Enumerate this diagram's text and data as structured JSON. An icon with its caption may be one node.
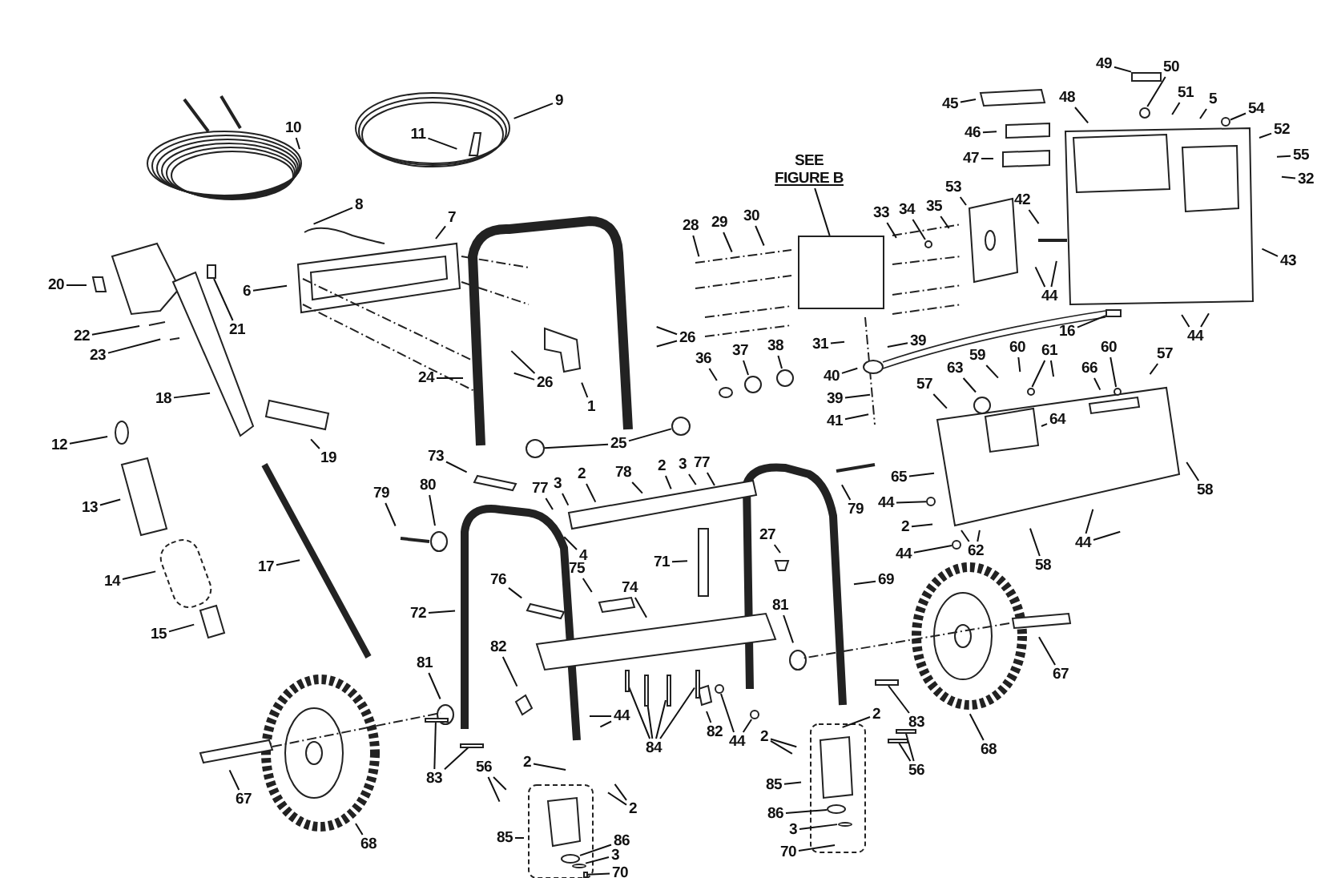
{
  "diagram": {
    "nodes": [
      {
        "text": [
          "10"
        ]
      },
      {
        "text": [
          "9"
        ]
      },
      {
        "text": [
          "11"
        ]
      },
      {
        "text": [
          "49"
        ]
      },
      {
        "text": [
          "50"
        ]
      },
      {
        "text": [
          "51"
        ]
      },
      {
        "text": [
          "5"
        ]
      },
      {
        "text": [
          "54"
        ]
      },
      {
        "text": [
          "52"
        ]
      },
      {
        "text": [
          "45"
        ]
      },
      {
        "text": [
          "48"
        ]
      },
      {
        "text": [
          "46"
        ]
      },
      {
        "text": [
          "55"
        ]
      },
      {
        "text": [
          "47"
        ]
      },
      {
        "text": [
          "32"
        ]
      },
      {
        "text": [
          "SEE",
          "FIGURE B"
        ]
      },
      {
        "text": [
          "8"
        ]
      },
      {
        "text": [
          "7"
        ]
      },
      {
        "text": [
          "42"
        ]
      },
      {
        "text": [
          "53"
        ]
      },
      {
        "text": [
          "28"
        ]
      },
      {
        "text": [
          "29"
        ]
      },
      {
        "text": [
          "30"
        ]
      },
      {
        "text": [
          "33"
        ]
      },
      {
        "text": [
          "34"
        ]
      },
      {
        "text": [
          "35"
        ]
      },
      {
        "text": [
          "43"
        ]
      },
      {
        "text": [
          "20"
        ]
      },
      {
        "text": [
          "6"
        ]
      },
      {
        "text": [
          "44"
        ]
      },
      {
        "text": [
          "44"
        ]
      },
      {
        "text": [
          "21"
        ]
      },
      {
        "text": [
          "16"
        ]
      },
      {
        "text": [
          "22"
        ]
      },
      {
        "text": [
          "26"
        ]
      },
      {
        "text": [
          "31"
        ]
      },
      {
        "text": [
          "39"
        ]
      },
      {
        "text": [
          "38"
        ]
      },
      {
        "text": [
          "37"
        ]
      },
      {
        "text": [
          "36"
        ]
      },
      {
        "text": [
          "60"
        ]
      },
      {
        "text": [
          "60"
        ]
      },
      {
        "text": [
          "61"
        ]
      },
      {
        "text": [
          "57"
        ]
      },
      {
        "text": [
          "59"
        ]
      },
      {
        "text": [
          "23"
        ]
      },
      {
        "text": [
          "66"
        ]
      },
      {
        "text": [
          "40"
        ]
      },
      {
        "text": [
          "63"
        ]
      },
      {
        "text": [
          "24"
        ]
      },
      {
        "text": [
          "26"
        ]
      },
      {
        "text": [
          "57"
        ]
      },
      {
        "text": [
          "18"
        ]
      },
      {
        "text": [
          "39"
        ]
      },
      {
        "text": [
          "1"
        ]
      },
      {
        "text": [
          "64"
        ]
      },
      {
        "text": [
          "41"
        ]
      },
      {
        "text": [
          "25"
        ]
      },
      {
        "text": [
          "12"
        ]
      },
      {
        "text": [
          "73"
        ]
      },
      {
        "text": [
          "19"
        ]
      },
      {
        "text": [
          "2"
        ]
      },
      {
        "text": [
          "3"
        ]
      },
      {
        "text": [
          "77"
        ]
      },
      {
        "text": [
          "2"
        ]
      },
      {
        "text": [
          "3"
        ]
      },
      {
        "text": [
          "77"
        ]
      },
      {
        "text": [
          "65"
        ]
      },
      {
        "text": [
          "78"
        ]
      },
      {
        "text": [
          "80"
        ]
      },
      {
        "text": [
          "58"
        ]
      },
      {
        "text": [
          "79"
        ]
      },
      {
        "text": [
          "79"
        ]
      },
      {
        "text": [
          "44"
        ]
      },
      {
        "text": [
          "13"
        ]
      },
      {
        "text": [
          "2"
        ]
      },
      {
        "text": [
          "27"
        ]
      },
      {
        "text": [
          "44"
        ]
      },
      {
        "text": [
          "4"
        ]
      },
      {
        "text": [
          "62"
        ]
      },
      {
        "text": [
          "44"
        ]
      },
      {
        "text": [
          "71"
        ]
      },
      {
        "text": [
          "58"
        ]
      },
      {
        "text": [
          "17"
        ]
      },
      {
        "text": [
          "75"
        ]
      },
      {
        "text": [
          "76"
        ]
      },
      {
        "text": [
          "69"
        ]
      },
      {
        "text": [
          "14"
        ]
      },
      {
        "text": [
          "74"
        ]
      },
      {
        "text": [
          "81"
        ]
      },
      {
        "text": [
          "72"
        ]
      },
      {
        "text": [
          "15"
        ]
      },
      {
        "text": [
          "82"
        ]
      },
      {
        "text": [
          "81"
        ]
      },
      {
        "text": [
          "67"
        ]
      },
      {
        "text": [
          "2"
        ]
      },
      {
        "text": [
          "44"
        ]
      },
      {
        "text": [
          "83"
        ]
      },
      {
        "text": [
          "82"
        ]
      },
      {
        "text": [
          "2"
        ]
      },
      {
        "text": [
          "44"
        ]
      },
      {
        "text": [
          "84"
        ]
      },
      {
        "text": [
          "68"
        ]
      },
      {
        "text": [
          "2"
        ]
      },
      {
        "text": [
          "56"
        ]
      },
      {
        "text": [
          "56"
        ]
      },
      {
        "text": [
          "83"
        ]
      },
      {
        "text": [
          "85"
        ]
      },
      {
        "text": [
          "67"
        ]
      },
      {
        "text": [
          "2"
        ]
      },
      {
        "text": [
          "86"
        ]
      },
      {
        "text": [
          "3"
        ]
      },
      {
        "text": [
          "85"
        ]
      },
      {
        "text": [
          "86"
        ]
      },
      {
        "text": [
          "68"
        ]
      },
      {
        "text": [
          "70"
        ]
      },
      {
        "text": [
          "3"
        ]
      },
      {
        "text": [
          "70"
        ]
      },
      {
        "text": [],
        "shape": "box"
      },
      {
        "text": [],
        "shape": "circle"
      },
      {
        "text": [],
        "shape": "circle"
      },
      {
        "text": [],
        "shape": "box"
      },
      {
        "text": [],
        "shape": "circle"
      },
      {
        "text": [],
        "shape": "box"
      },
      {
        "text": [],
        "shape": "box"
      },
      {
        "text": [],
        "shape": "circle"
      },
      {
        "text": [],
        "shape": "circle"
      },
      {
        "text": [],
        "shape": "circle"
      },
      {
        "text": [],
        "shape": "circle"
      },
      {
        "text": [],
        "shape": "circle"
      },
      {
        "text": [],
        "shape": "circle"
      },
      {
        "text": [],
        "shape": "box"
      },
      {
        "text": [],
        "shape": "circle"
      },
      {
        "text": [],
        "shape": "circle"
      },
      {
        "text": [],
        "shape": "box"
      },
      {
        "text": [],
        "shape": "box"
      },
      {
        "text": [],
        "shape": "box"
      },
      {
        "text": [],
        "shape": "box"
      },
      {
        "text": [],
        "shape": "box"
      },
      {
        "text": [],
        "shape": "box"
      },
      {
        "text": [],
        "shape": "box"
      },
      {
        "text": [],
        "shape": "box"
      },
      {
        "text": [],
        "shape": "circle"
      },
      {
        "text": [],
        "shape": "circle"
      },
      {
        "text": [],
        "shape": "box"
      },
      {
        "text": [],
        "shape": "circle"
      },
      {
        "text": [],
        "shape": "circle"
      }
    ],
    "edges": [
      {
        "from": 0,
        "to": null,
        "arrow": "none"
      },
      {
        "from": 1,
        "to": null,
        "arrow": "none"
      },
      {
        "from": 2,
        "to": null,
        "arrow": "none"
      },
      {
        "from": 3,
        "to": 118,
        "arrow": "none"
      },
      {
        "from": 4,
        "to": 119,
        "arrow": "none"
      },
      {
        "from": 5,
        "to": null,
        "arrow": "none"
      },
      {
        "from": 6,
        "to": null,
        "arrow": "none"
      },
      {
        "from": 7,
        "to": 120,
        "arrow": "none"
      },
      {
        "from": 8,
        "to": null,
        "arrow": "none"
      },
      {
        "from": 9,
        "to": null,
        "arrow": "none"
      },
      {
        "from": 10,
        "to": null,
        "arrow": "none"
      },
      {
        "from": 11,
        "to": null,
        "arrow": "none"
      },
      {
        "from": 12,
        "to": null,
        "arrow": "none"
      },
      {
        "from": 13,
        "to": null,
        "arrow": "none"
      },
      {
        "from": 14,
        "to": null,
        "arrow": "none"
      },
      {
        "from": 15,
        "to": 121,
        "arrow": "none"
      },
      {
        "from": 16,
        "to": null,
        "arrow": "none"
      },
      {
        "from": 17,
        "to": null,
        "arrow": "none"
      },
      {
        "from": 18,
        "to": null,
        "arrow": "none"
      },
      {
        "from": 19,
        "to": null,
        "arrow": "none"
      },
      {
        "from": 20,
        "to": null,
        "arrow": "none"
      },
      {
        "from": 21,
        "to": null,
        "arrow": "none"
      },
      {
        "from": 22,
        "to": null,
        "arrow": "none"
      },
      {
        "from": 23,
        "to": null,
        "arrow": "none"
      },
      {
        "from": 24,
        "to": 122,
        "arrow": "none"
      },
      {
        "from": 25,
        "to": null,
        "arrow": "none"
      },
      {
        "from": 26,
        "to": null,
        "arrow": "none"
      },
      {
        "from": 27,
        "to": null,
        "arrow": "none"
      },
      {
        "from": 28,
        "to": null,
        "arrow": "none"
      },
      {
        "from": 29,
        "to": null,
        "arrow": "none"
      },
      {
        "from": 29,
        "to": null,
        "arrow": "none"
      },
      {
        "from": 30,
        "to": null,
        "arrow": "none"
      },
      {
        "from": 30,
        "to": null,
        "arrow": "none"
      },
      {
        "from": 31,
        "to": 123,
        "arrow": "none"
      },
      {
        "from": 32,
        "to": 124,
        "arrow": "none"
      },
      {
        "from": 33,
        "to": null,
        "arrow": "none"
      },
      {
        "from": 34,
        "to": null,
        "arrow": "none"
      },
      {
        "from": 34,
        "to": null,
        "arrow": "none"
      },
      {
        "from": 35,
        "to": null,
        "arrow": "none"
      },
      {
        "from": 36,
        "to": null,
        "arrow": "none"
      },
      {
        "from": 37,
        "to": null,
        "arrow": "none"
      },
      {
        "from": 38,
        "to": null,
        "arrow": "none"
      },
      {
        "from": 39,
        "to": null,
        "arrow": "none"
      },
      {
        "from": 40,
        "to": null,
        "arrow": "none"
      },
      {
        "from": 41,
        "to": 125,
        "arrow": "none"
      },
      {
        "from": 42,
        "to": 126,
        "arrow": "none"
      },
      {
        "from": 42,
        "to": null,
        "arrow": "none"
      },
      {
        "from": 43,
        "to": null,
        "arrow": "none"
      },
      {
        "from": 44,
        "to": null,
        "arrow": "none"
      },
      {
        "from": 45,
        "to": null,
        "arrow": "none"
      },
      {
        "from": 46,
        "to": null,
        "arrow": "none"
      },
      {
        "from": 47,
        "to": null,
        "arrow": "none"
      },
      {
        "from": 48,
        "to": null,
        "arrow": "none"
      },
      {
        "from": 49,
        "to": null,
        "arrow": "none"
      },
      {
        "from": 50,
        "to": null,
        "arrow": "none"
      },
      {
        "from": 50,
        "to": null,
        "arrow": "none"
      },
      {
        "from": 51,
        "to": null,
        "arrow": "none"
      },
      {
        "from": 52,
        "to": null,
        "arrow": "none"
      },
      {
        "from": 53,
        "to": null,
        "arrow": "none"
      },
      {
        "from": 54,
        "to": null,
        "arrow": "none"
      },
      {
        "from": 55,
        "to": null,
        "arrow": "none"
      },
      {
        "from": 56,
        "to": null,
        "arrow": "none"
      },
      {
        "from": 57,
        "to": 127,
        "arrow": "none"
      },
      {
        "from": 57,
        "to": 128,
        "arrow": "none"
      },
      {
        "from": 58,
        "to": null,
        "arrow": "none"
      },
      {
        "from": 59,
        "to": null,
        "arrow": "none"
      },
      {
        "from": 60,
        "to": null,
        "arrow": "none"
      },
      {
        "from": 61,
        "to": null,
        "arrow": "none"
      },
      {
        "from": 62,
        "to": null,
        "arrow": "none"
      },
      {
        "from": 63,
        "to": null,
        "arrow": "none"
      },
      {
        "from": 64,
        "to": null,
        "arrow": "none"
      },
      {
        "from": 65,
        "to": null,
        "arrow": "none"
      },
      {
        "from": 66,
        "to": null,
        "arrow": "none"
      },
      {
        "from": 67,
        "to": null,
        "arrow": "none"
      },
      {
        "from": 68,
        "to": null,
        "arrow": "none"
      },
      {
        "from": 69,
        "to": null,
        "arrow": "none"
      },
      {
        "from": 70,
        "to": null,
        "arrow": "none"
      },
      {
        "from": 71,
        "to": null,
        "arrow": "none"
      },
      {
        "from": 72,
        "to": null,
        "arrow": "none"
      },
      {
        "from": 73,
        "to": 129,
        "arrow": "none"
      },
      {
        "from": 74,
        "to": null,
        "arrow": "none"
      },
      {
        "from": 75,
        "to": null,
        "arrow": "none"
      },
      {
        "from": 76,
        "to": null,
        "arrow": "none"
      },
      {
        "from": 77,
        "to": null,
        "arrow": "none"
      },
      {
        "from": 77,
        "to": null,
        "arrow": "none"
      },
      {
        "from": 78,
        "to": null,
        "arrow": "none"
      },
      {
        "from": 79,
        "to": null,
        "arrow": "none"
      },
      {
        "from": 79,
        "to": null,
        "arrow": "none"
      },
      {
        "from": 80,
        "to": 130,
        "arrow": "none"
      },
      {
        "from": 81,
        "to": null,
        "arrow": "none"
      },
      {
        "from": 82,
        "to": null,
        "arrow": "none"
      },
      {
        "from": 83,
        "to": null,
        "arrow": "none"
      },
      {
        "from": 84,
        "to": null,
        "arrow": "none"
      },
      {
        "from": 85,
        "to": null,
        "arrow": "none"
      },
      {
        "from": 86,
        "to": null,
        "arrow": "none"
      },
      {
        "from": 87,
        "to": null,
        "arrow": "none"
      },
      {
        "from": 88,
        "to": null,
        "arrow": "none"
      },
      {
        "from": 89,
        "to": null,
        "arrow": "none"
      },
      {
        "from": 90,
        "to": null,
        "arrow": "none"
      },
      {
        "from": 91,
        "to": null,
        "arrow": "none"
      },
      {
        "from": 92,
        "to": null,
        "arrow": "none"
      },
      {
        "from": 93,
        "to": null,
        "arrow": "none"
      },
      {
        "from": 94,
        "to": null,
        "arrow": "none"
      },
      {
        "from": 95,
        "to": null,
        "arrow": "none"
      },
      {
        "from": 96,
        "to": null,
        "arrow": "none"
      },
      {
        "from": 96,
        "to": null,
        "arrow": "none"
      },
      {
        "from": 97,
        "to": 131,
        "arrow": "none"
      },
      {
        "from": 98,
        "to": null,
        "arrow": "none"
      },
      {
        "from": 99,
        "to": null,
        "arrow": "none"
      },
      {
        "from": 99,
        "to": null,
        "arrow": "none"
      },
      {
        "from": 100,
        "to": 132,
        "arrow": "none"
      },
      {
        "from": 100,
        "to": 133,
        "arrow": "none"
      },
      {
        "from": 101,
        "to": 134,
        "arrow": "none"
      },
      {
        "from": 101,
        "to": 135,
        "arrow": "none"
      },
      {
        "from": 101,
        "to": 136,
        "arrow": "none"
      },
      {
        "from": 101,
        "to": 137,
        "arrow": "none"
      },
      {
        "from": 102,
        "to": null,
        "arrow": "none"
      },
      {
        "from": 103,
        "to": null,
        "arrow": "none"
      },
      {
        "from": 104,
        "to": null,
        "arrow": "none"
      },
      {
        "from": 104,
        "to": null,
        "arrow": "none"
      },
      {
        "from": 105,
        "to": 138,
        "arrow": "none"
      },
      {
        "from": 105,
        "to": 139,
        "arrow": "none"
      },
      {
        "from": 106,
        "to": 140,
        "arrow": "none"
      },
      {
        "from": 106,
        "to": 141,
        "arrow": "none"
      },
      {
        "from": 107,
        "to": null,
        "arrow": "none"
      },
      {
        "from": 108,
        "to": null,
        "arrow": "none"
      },
      {
        "from": 109,
        "to": null,
        "arrow": "none"
      },
      {
        "from": 109,
        "to": null,
        "arrow": "none"
      },
      {
        "from": 110,
        "to": 142,
        "arrow": "none"
      },
      {
        "from": 111,
        "to": 145,
        "arrow": "none"
      },
      {
        "from": 112,
        "to": null,
        "arrow": "none"
      },
      {
        "from": 113,
        "to": 143,
        "arrow": "none"
      },
      {
        "from": 114,
        "to": null,
        "arrow": "none"
      },
      {
        "from": 115,
        "to": null,
        "arrow": "none"
      },
      {
        "from": 116,
        "to": 146,
        "arrow": "none"
      },
      {
        "from": 117,
        "to": 144,
        "arrow": "none"
      }
    ]
  }
}
